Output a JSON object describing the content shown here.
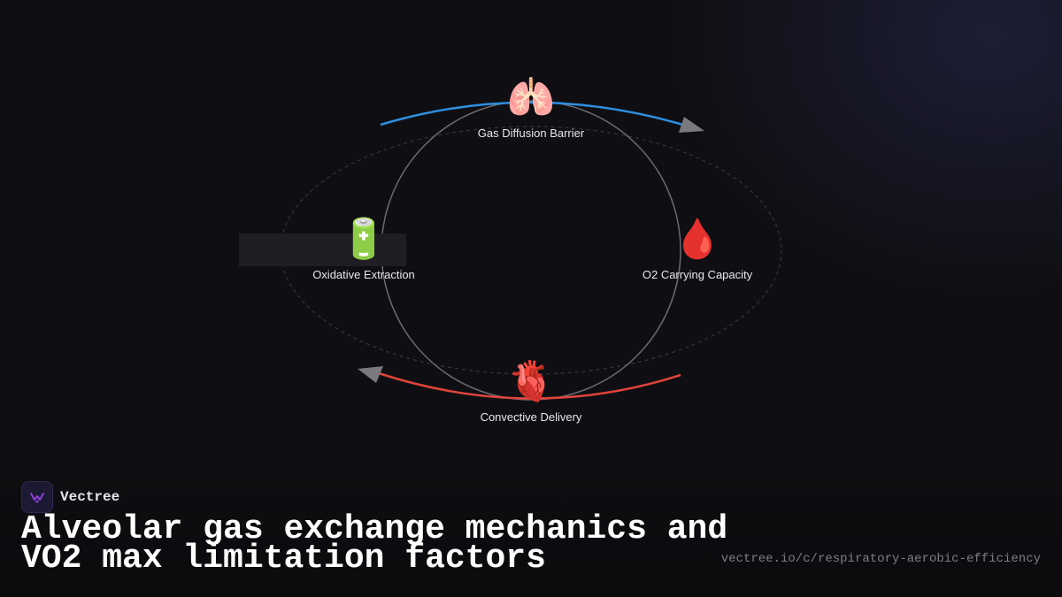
{
  "diagram": {
    "nodes": [
      {
        "id": "gas-diffusion-barrier",
        "label": "Gas Diffusion Barrier",
        "icon": "lungs-icon",
        "glyph": "🫁"
      },
      {
        "id": "o2-carrying-capacity",
        "label": "O2 Carrying Capacity",
        "icon": "blood-drop-icon",
        "glyph": "🩸"
      },
      {
        "id": "convective-delivery",
        "label": "Convective Delivery",
        "icon": "anatomical-heart-icon",
        "glyph": "🫀"
      },
      {
        "id": "oxidative-extraction",
        "label": "Oxidative Extraction",
        "icon": "battery-icon",
        "glyph": "🔋"
      }
    ],
    "arcs": [
      {
        "from": "oxidative-extraction",
        "to": "o2-carrying-capacity",
        "color": "#2e8fe0"
      },
      {
        "from": "o2-carrying-capacity",
        "to": "oxidative-extraction",
        "color": "#e0443a"
      }
    ],
    "colors": {
      "circle": "#6a6a70",
      "dashed_ellipse": "#3a3a40",
      "arrowhead": "#7a7a7e"
    }
  },
  "brand": {
    "name": "Vectree",
    "logo_icon": "vectree-logo-icon",
    "accent": "#8b3fd9"
  },
  "title": {
    "line1": "Alveolar gas exchange mechanics and",
    "line2": "VO2 max limitation factors"
  },
  "url": "vectree.io/c/respiratory-aerobic-efficiency"
}
